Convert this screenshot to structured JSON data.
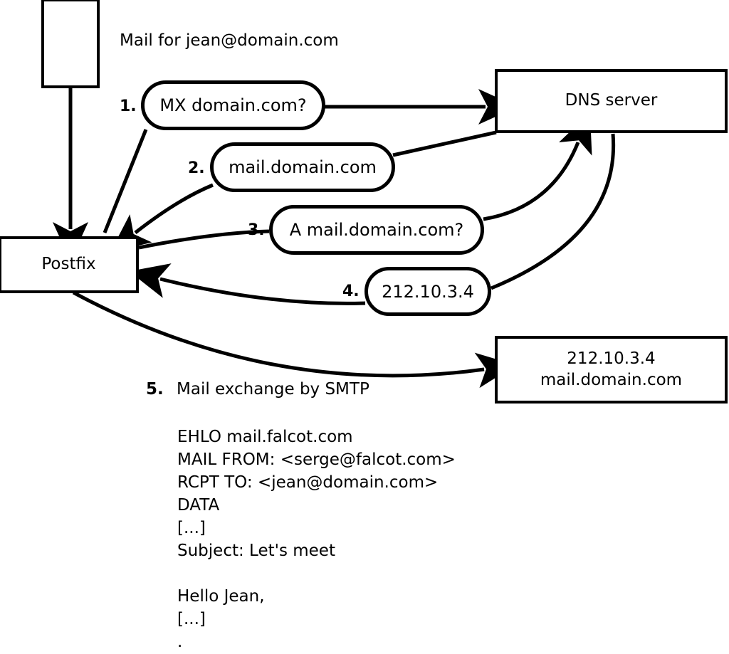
{
  "diagram": {
    "title_text": "Mail for jean@domain.com",
    "nodes": [
      {
        "id": "client",
        "label": ""
      },
      {
        "id": "postfix",
        "label": "Postfix"
      },
      {
        "id": "dns",
        "label": "DNS server"
      },
      {
        "id": "mailserver",
        "label": "212.10.3.4\nmail.domain.com"
      }
    ],
    "steps": [
      {
        "num": "1.",
        "bubble": "MX domain.com?"
      },
      {
        "num": "2.",
        "bubble": "mail.domain.com"
      },
      {
        "num": "3.",
        "bubble": "A mail.domain.com?"
      },
      {
        "num": "4.",
        "bubble": "212.10.3.4"
      }
    ],
    "step5": {
      "num": "5.",
      "label": "Mail exchange by SMTP"
    },
    "smtp_transcript": "EHLO mail.falcot.com\nMAIL FROM: <serge@falcot.com>\nRCPT TO: <jean@domain.com>\nDATA\n[...]\nSubject: Let's meet\n\nHello Jean,\n[...]\n.",
    "colors": {
      "stroke": "#000000",
      "fill": "#ffffff",
      "text": "#000000"
    }
  }
}
